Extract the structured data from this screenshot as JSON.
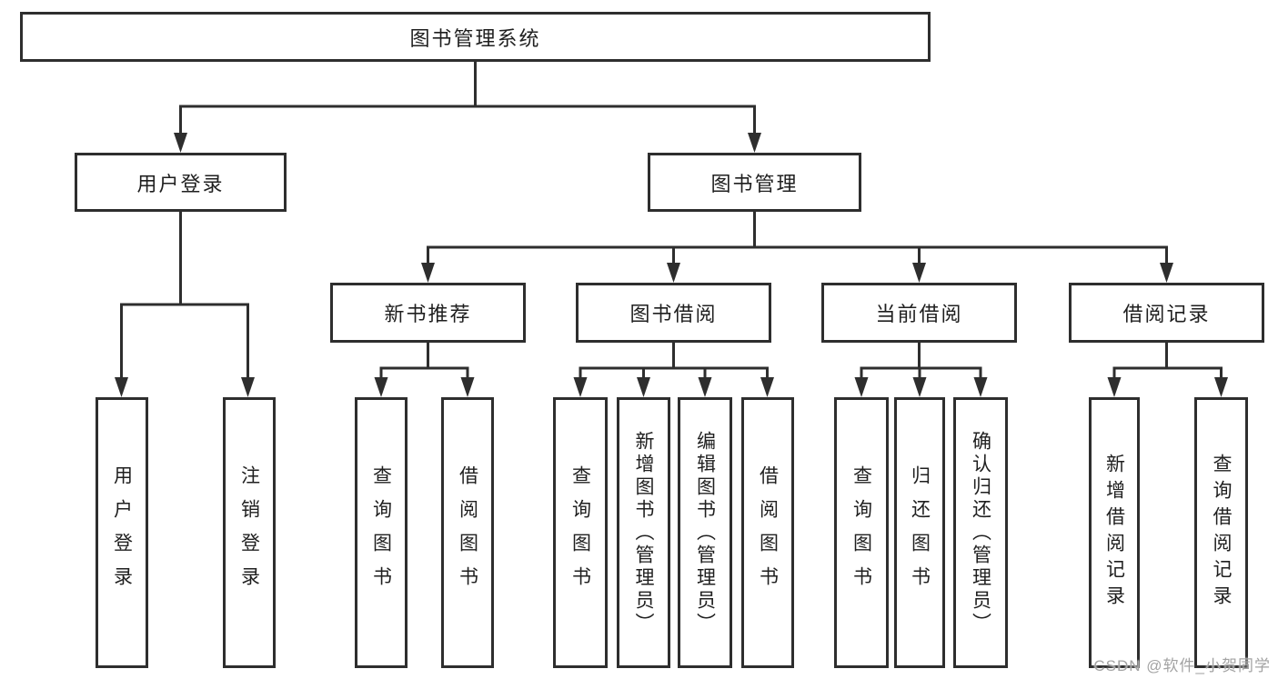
{
  "diagram": {
    "root": {
      "label": "图书管理系统"
    },
    "level2": {
      "user_login": {
        "label": "用户登录"
      },
      "book_management": {
        "label": "图书管理"
      }
    },
    "level3": {
      "new_book_recommend": {
        "label": "新书推荐"
      },
      "book_borrow": {
        "label": "图书借阅"
      },
      "current_borrow": {
        "label": "当前借阅"
      },
      "borrow_record": {
        "label": "借阅记录"
      }
    },
    "leaves": {
      "user_login": [
        "用户登录",
        "注销登录"
      ],
      "new_book_recommend": [
        "查询图书",
        "借阅图书"
      ],
      "book_borrow": [
        "查询图书",
        "新增图书（管理员）",
        "编辑图书（管理员）",
        "借阅图书"
      ],
      "current_borrow": [
        "查询图书",
        "归还图书",
        "确认归还（管理员）"
      ],
      "borrow_record": [
        "新增借阅记录",
        "查询借阅记录"
      ]
    },
    "line_color": "#2e2e2e",
    "watermark": "CSDN @软件_小贺同学"
  }
}
